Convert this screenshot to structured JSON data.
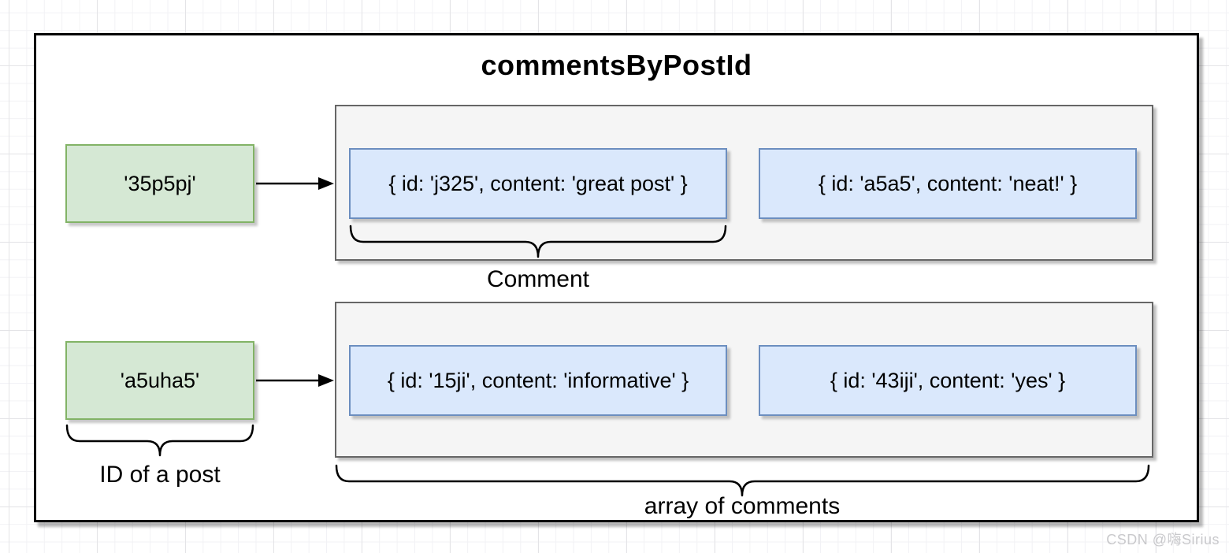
{
  "diagram": {
    "title": "commentsByPostId",
    "map_rows": [
      {
        "key": "'35p5pj'",
        "comments": [
          "{ id: 'j325', content: 'great post' }",
          "{ id: 'a5a5', content: 'neat!' }"
        ]
      },
      {
        "key": "'a5uha5'",
        "comments": [
          "{ id: '15ji', content: 'informative' }",
          "{ id: '43iji', content: 'yes' }"
        ]
      }
    ],
    "labels": {
      "comment": "Comment",
      "post_id": "ID of a post",
      "comments_array": "array of comments"
    },
    "colors": {
      "key_fill": "#d5e8d4",
      "key_border": "#82b366",
      "comment_fill": "#dae8fc",
      "comment_border": "#6c8ebf",
      "container_fill": "#f5f5f5",
      "container_border": "#666666"
    }
  },
  "watermark": "CSDN @嗨Sirius"
}
